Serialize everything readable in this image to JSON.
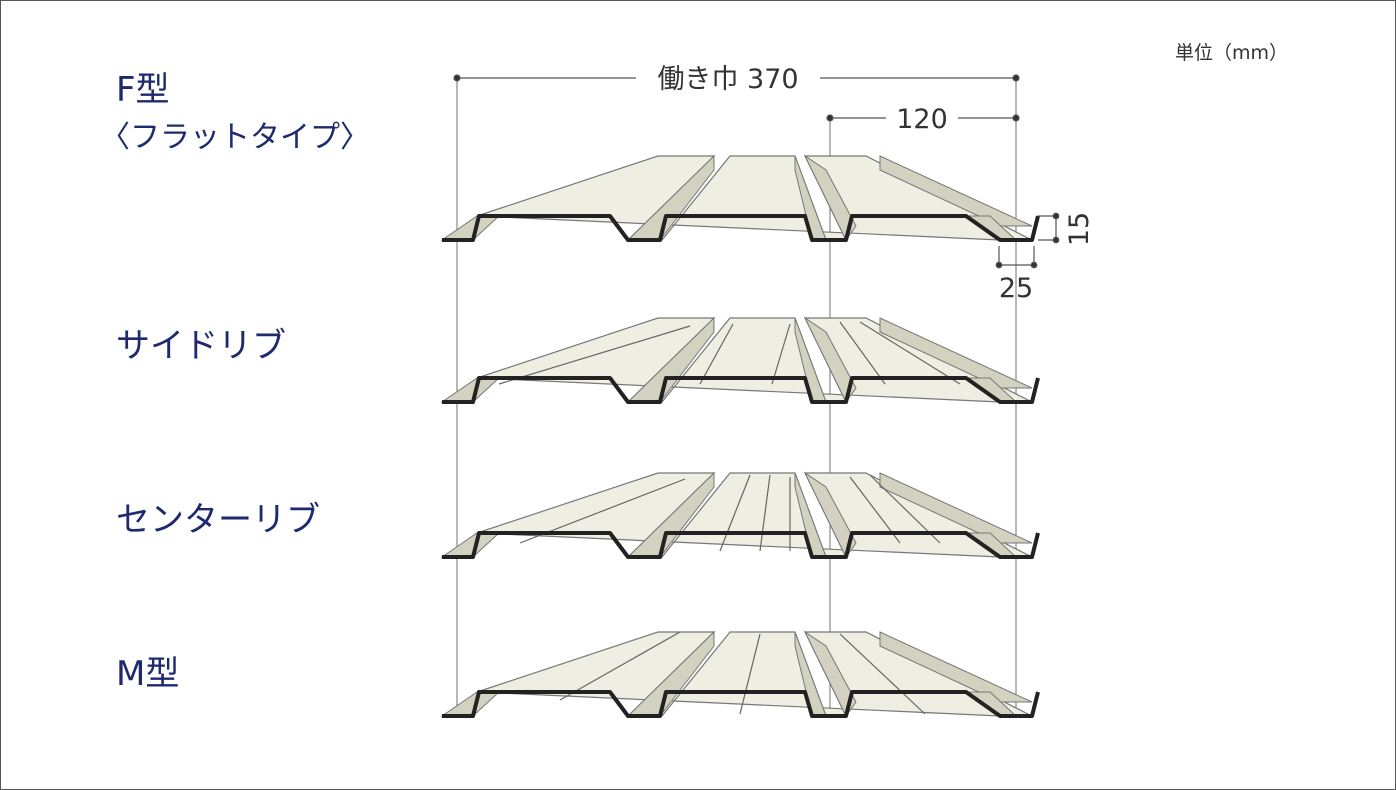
{
  "unit_label": "単位（mm）",
  "types": [
    {
      "name": "F型",
      "subtitle": "〈フラットタイプ〉",
      "ribs": "none"
    },
    {
      "name": "サイドリブ",
      "subtitle": "",
      "ribs": "side"
    },
    {
      "name": "センターリブ",
      "subtitle": "",
      "ribs": "center"
    },
    {
      "name": "M型",
      "subtitle": "",
      "ribs": "m"
    }
  ],
  "dimensions": {
    "working_width": "働き巾 370",
    "pitch": "120",
    "depth": "15",
    "groove_width": "25"
  },
  "colors": {
    "label": "#1f2a6e",
    "panel_top": "#eeeee2",
    "panel_shade": "#d3d1bf",
    "panel_outline": "#222222",
    "dim_line": "#666666"
  }
}
